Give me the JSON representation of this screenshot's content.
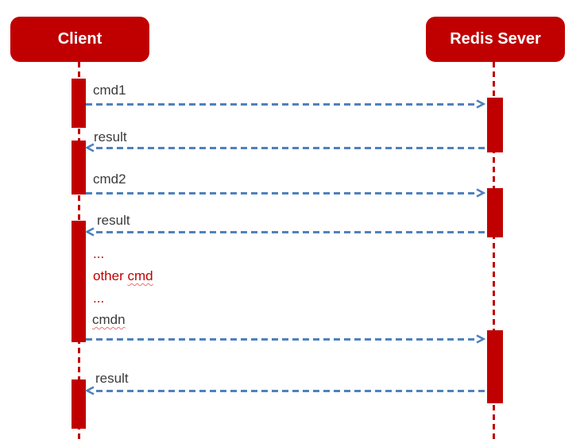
{
  "diagram": {
    "actors": [
      {
        "label": "Client"
      },
      {
        "label": "Redis Sever"
      }
    ],
    "messages": [
      {
        "label": "cmd1",
        "direction": "right"
      },
      {
        "label": "result",
        "direction": "left"
      },
      {
        "label": "cmd2",
        "direction": "right"
      },
      {
        "label": "result",
        "direction": "left"
      },
      {
        "label": "cmdn",
        "direction": "right"
      },
      {
        "label": "result",
        "direction": "left"
      }
    ],
    "notes": [
      {
        "text": "..."
      },
      {
        "prefix": "other ",
        "word": "cmd"
      },
      {
        "text": "..."
      }
    ],
    "colors": {
      "actor_red": "#C00000",
      "arrow_blue": "#4F81BD",
      "label_text": "#3B3B3B",
      "squiggle_red": "#E57373"
    }
  }
}
